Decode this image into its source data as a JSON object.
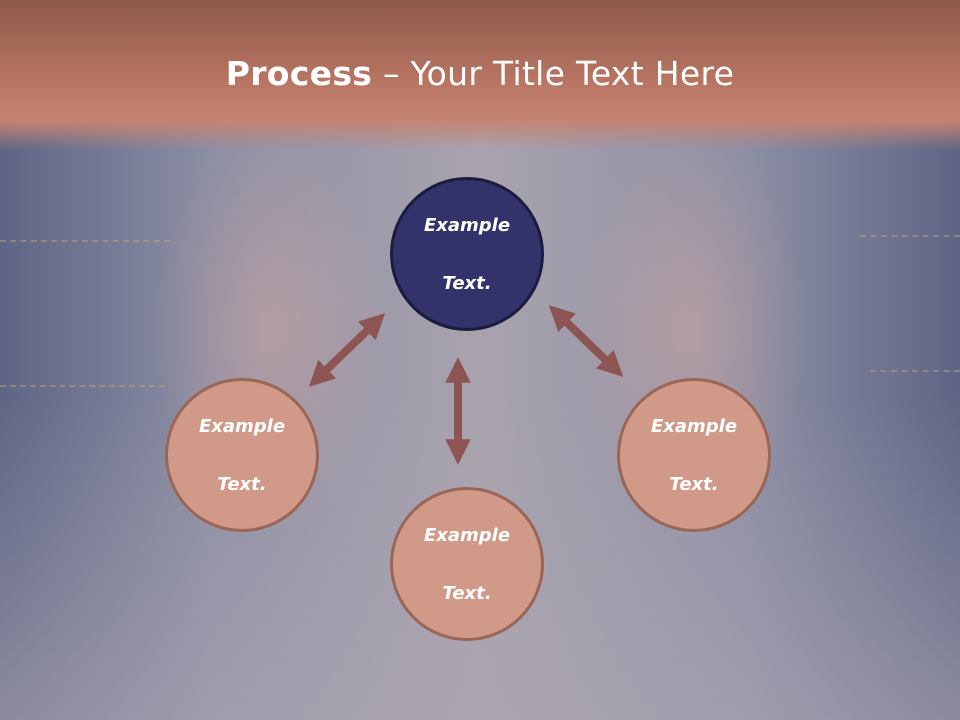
{
  "slide": {
    "title_bold": "Process",
    "title_rest": " – Your Title Text Here"
  },
  "nodes": {
    "top": {
      "line1": "Example",
      "line2": "Text."
    },
    "left": {
      "line1": "Example",
      "line2": "Text."
    },
    "right": {
      "line1": "Example",
      "line2": "Text."
    },
    "bottom": {
      "line1": "Example",
      "line2": "Text."
    }
  },
  "colors": {
    "title_band": "#b97563",
    "node_top": "#33326a",
    "node_peach": "#d19a88",
    "arrow": "#8c5452"
  }
}
